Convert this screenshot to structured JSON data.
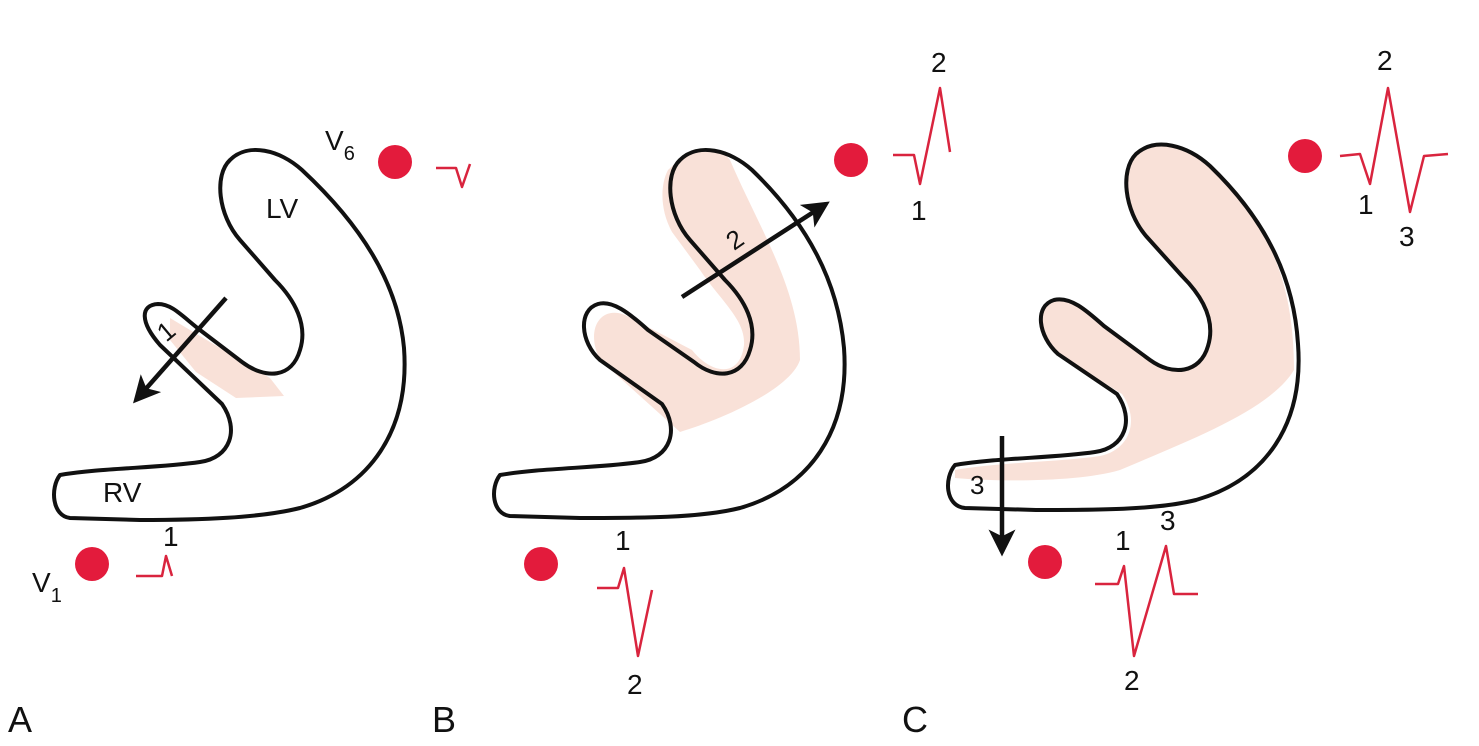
{
  "title": "",
  "colors": {
    "electrode": "#e31b3c",
    "trace": "#d9243e",
    "depolarized": "#f9e1d8",
    "outline": "#111111"
  },
  "panels": [
    {
      "letter": "A",
      "chamber_labels": {
        "lv": "LV",
        "rv": "RV"
      },
      "lead_v6": {
        "main": "V",
        "sub": "6"
      },
      "lead_v1": {
        "main": "V",
        "sub": "1"
      },
      "vector_label": "1",
      "v1_wave_labels": [
        "1"
      ],
      "v6_wave_labels": []
    },
    {
      "letter": "B",
      "vector_label": "2",
      "v1_wave_labels": [
        "1",
        "2"
      ],
      "v6_wave_labels": [
        "1",
        "2"
      ]
    },
    {
      "letter": "C",
      "vector_label": "3",
      "v1_wave_labels": [
        "1",
        "2",
        "3"
      ],
      "v6_wave_labels": [
        "1",
        "2",
        "3"
      ]
    }
  ]
}
